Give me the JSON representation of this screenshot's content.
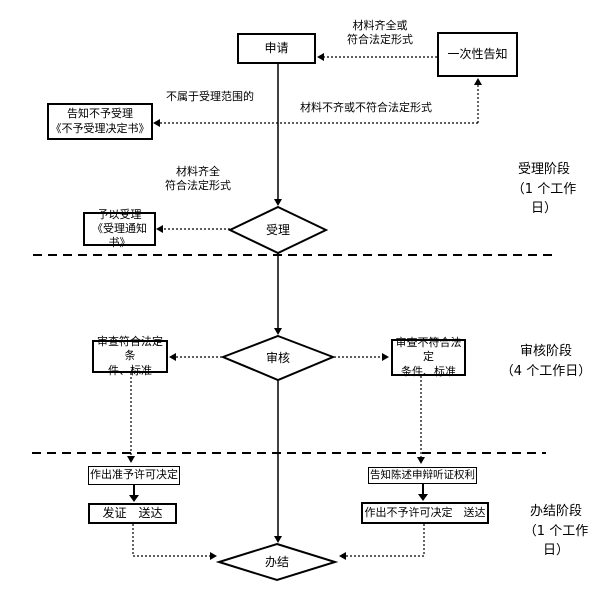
{
  "canvas": {
    "background": "#ffffff",
    "ink": "#000000"
  },
  "nodes": {
    "apply": "申请",
    "one_time_notice": "一次性告知",
    "reject": "告知不予受理\n《不予受理决定书》",
    "accept_notice": "予以受理\n《受理通知书》",
    "review_pass": "审查符合法定条\n件、标准",
    "review_fail": "审查不符合法定\n条件、标准",
    "grant_decision": "作出准予许可决定",
    "issue": "发证　送达",
    "notify_rights": "告知陈述申辩听证权利",
    "deny_decision": "作出不予许可决定　送达"
  },
  "decisions": {
    "accept": "受理",
    "review": "审核",
    "complete": "办结"
  },
  "annotations": {
    "materials_complete_top": "材料齐全或\n符合法定形式",
    "out_of_scope": "不属于受理范围的",
    "materials_incomplete": "材料不齐或不符合法定形式",
    "materials_complete_mid": "材料齐全\n符合法定形式"
  },
  "stages": {
    "accept_stage": "受理阶段\n（1 个工作\n日）",
    "review_stage": "审核阶段\n（4 个工作日）",
    "complete_stage": "办结阶段\n（1 个工作\n日）"
  }
}
